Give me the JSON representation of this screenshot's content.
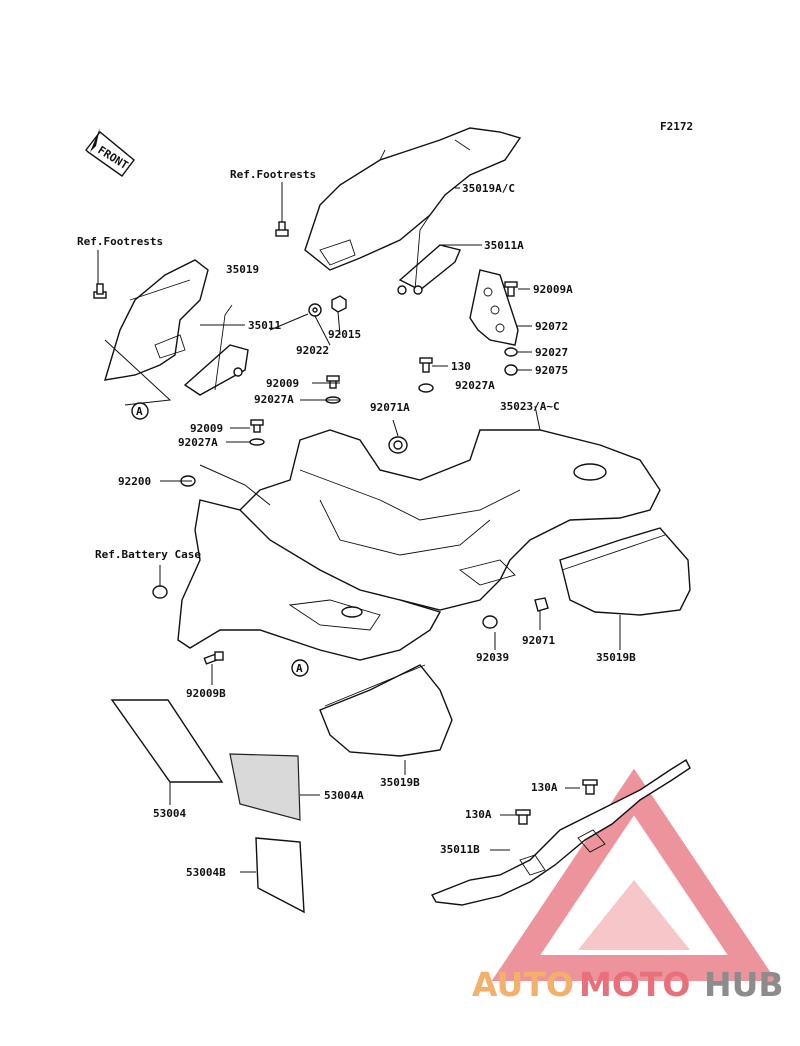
{
  "figure_code": "F2172",
  "front_label": "FRONT",
  "refs": {
    "footrests_top": "Ref.Footrests",
    "footrests_left": "Ref.Footrests",
    "battery_case": "Ref.Battery Case"
  },
  "callouts": {
    "c1": "A",
    "c2": "A"
  },
  "parts": {
    "p35019ac": "35019A/C",
    "p35011a": "35011A",
    "p35019": "35019",
    "p35011": "35011",
    "p92015": "92015",
    "p92022": "92022",
    "p92009a": "92009A",
    "p92072": "92072",
    "p92027": "92027",
    "p92075": "92075",
    "p130": "130",
    "p92027a_r": "92027A",
    "p92009_1": "92009",
    "p92027a_1": "92027A",
    "p92071a": "92071A",
    "p35023": "35023/A~C",
    "p92009_2": "92009",
    "p92027a_2": "92027A",
    "p92200": "92200",
    "p92039": "92039",
    "p92071": "92071",
    "p35019b_r": "35019B",
    "p92009b": "92009B",
    "p35019b_b": "35019B",
    "p53004": "53004",
    "p53004a": "53004A",
    "p53004b": "53004B",
    "p130a_1": "130A",
    "p130a_2": "130A",
    "p35011b": "35011B"
  },
  "watermark": {
    "part1": "AUTO",
    "part2": "MOTO",
    "part3": "HUB",
    "triangle_color": "#e8707a",
    "auto_color": "#f2b06a",
    "hub_color": "#8c8c8c"
  }
}
